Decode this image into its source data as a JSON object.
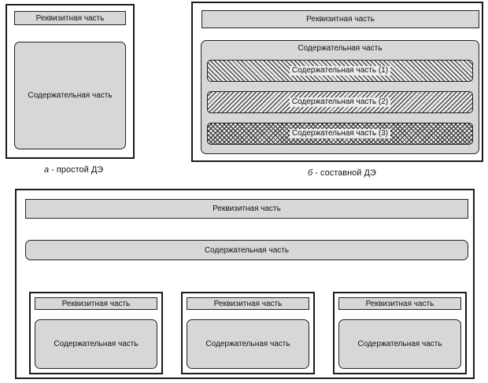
{
  "diagram_a": {
    "requisite_label": "Реквизитная часть",
    "content_label": "Содержательная часть",
    "caption_letter": "а",
    "caption_text": " - простой ДЭ"
  },
  "diagram_b": {
    "requisite_label": "Реквизитная часть",
    "content_label": "Содержательная часть",
    "parts": [
      {
        "label": "Содержательная часть (1)"
      },
      {
        "label": "Содержательная часть (2)"
      },
      {
        "label": "Содержательная часть (3)"
      }
    ],
    "caption_letter": "б",
    "caption_text": " - составной ДЭ"
  },
  "diagram_c": {
    "requisite_label": "Реквизитная часть",
    "content_label": "Содержательная часть",
    "children": [
      {
        "requisite_label": "Реквизитная часть",
        "content_label": "Содержательная часть"
      },
      {
        "requisite_label": "Реквизитная часть",
        "content_label": "Содержательная часть"
      },
      {
        "requisite_label": "Реквизитная часть",
        "content_label": "Содержательная часть"
      }
    ]
  }
}
